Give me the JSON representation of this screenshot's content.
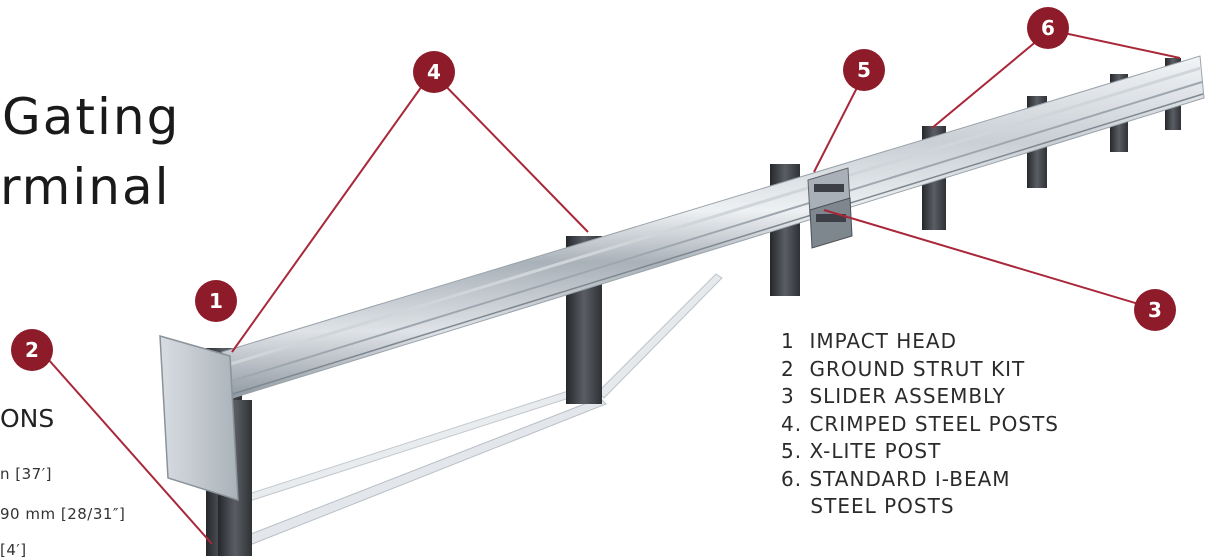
{
  "title": {
    "line1": "Gating",
    "line2": "rminal"
  },
  "specs": {
    "heading": "ONS",
    "lines": [
      "n [37′]",
      "90 mm [28/31″]",
      "[4′]"
    ]
  },
  "legend": [
    "1  IMPACT HEAD",
    "2  GROUND STRUT KIT",
    "3  SLIDER ASSEMBLY",
    "4. CRIMPED STEEL POSTS",
    "5. X-LITE POST",
    "6. STANDARD I-BEAM",
    "    STEEL POSTS"
  ],
  "callouts": [
    "1",
    "2",
    "3",
    "4",
    "5",
    "6"
  ],
  "colors": {
    "callout": "#8d1b2a",
    "leader": "#a8283a",
    "rail_light": "#e4e8ec",
    "rail_mid": "#bcc3ca",
    "rail_dark": "#8a939c",
    "post_dark": "#2d2f33",
    "post_mid": "#55595f"
  }
}
